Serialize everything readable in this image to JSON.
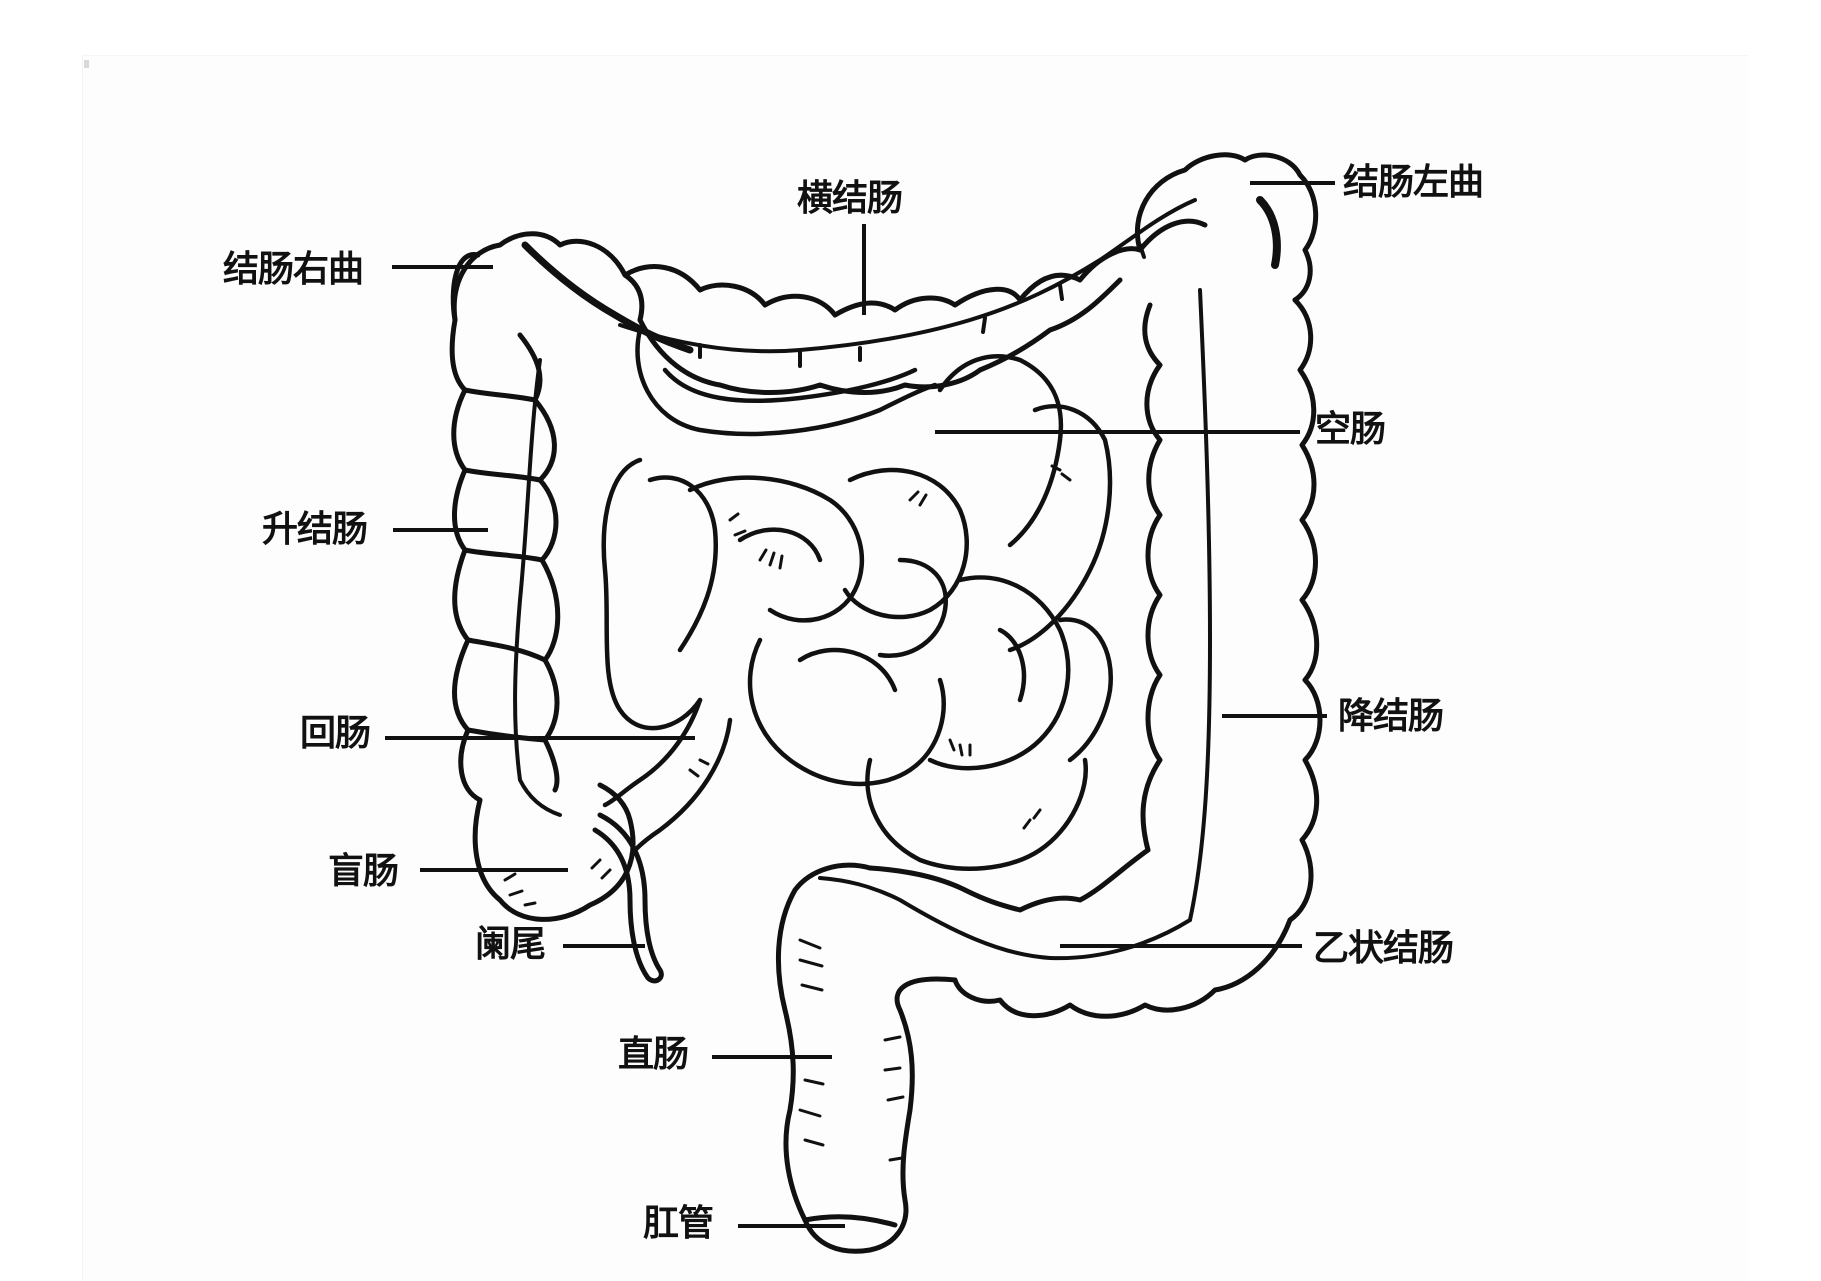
{
  "diagram": {
    "type": "anatomical-illustration",
    "subject": "large and small intestine",
    "colors": {
      "ink": "#111111",
      "background": "#ffffff",
      "panel": "#fdfdfd"
    },
    "labels": [
      {
        "id": "right_flexure",
        "text": "结肠右曲"
      },
      {
        "id": "transverse_colon",
        "text": "横结肠"
      },
      {
        "id": "left_flexure",
        "text": "结肠左曲"
      },
      {
        "id": "jejunum",
        "text": "空肠"
      },
      {
        "id": "ascending_colon",
        "text": "升结肠"
      },
      {
        "id": "descending_colon",
        "text": "降结肠"
      },
      {
        "id": "ileum",
        "text": "回肠"
      },
      {
        "id": "cecum",
        "text": "盲肠"
      },
      {
        "id": "sigmoid_colon",
        "text": "乙状结肠"
      },
      {
        "id": "appendix",
        "text": "阑尾"
      },
      {
        "id": "rectum",
        "text": "直肠"
      },
      {
        "id": "anal_canal",
        "text": "肛管"
      }
    ]
  }
}
